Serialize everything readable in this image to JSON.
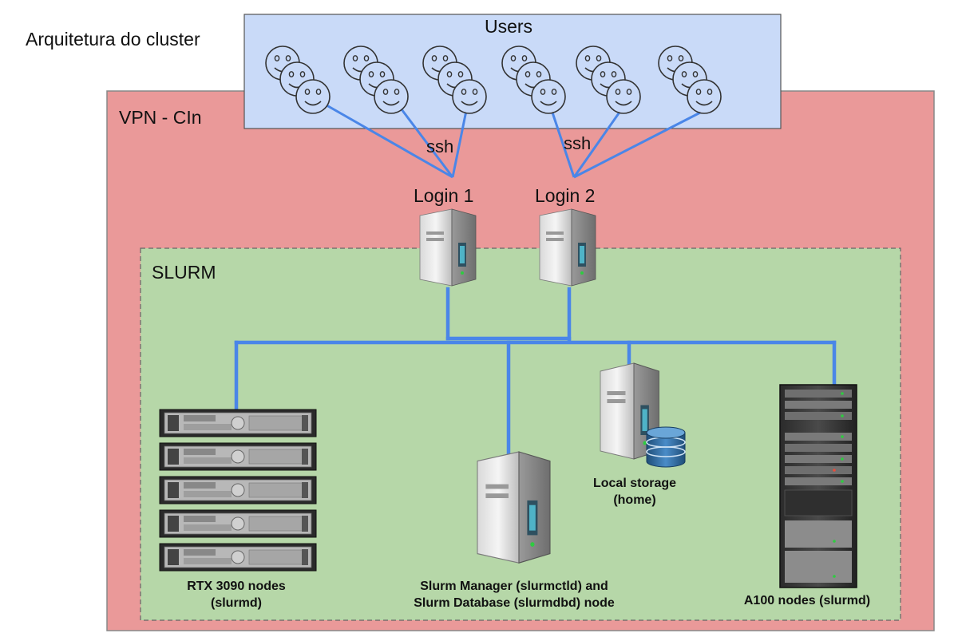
{
  "title": "Arquitetura do cluster",
  "regions": {
    "users": "Users",
    "vpn": "VPN - CIn",
    "slurm": "SLURM"
  },
  "edges": {
    "ssh_left": "ssh",
    "ssh_right": "ssh"
  },
  "nodes": {
    "login1": "Login 1",
    "login2": "Login 2",
    "rtx_line1": "RTX 3090 nodes",
    "rtx_line2": "(slurmd)",
    "manager_line1": "Slurm Manager (slurmctld) and",
    "manager_line2": "Slurm Database (slurmdbd) node",
    "storage_line1": "Local storage",
    "storage_line2": "(home)",
    "a100": "A100 nodes (slurmd)"
  },
  "colors": {
    "vpn_fill": "#ea9999",
    "users_fill": "#c9daf8",
    "slurm_fill": "#b6d7a8",
    "link": "#4a86e8"
  },
  "icons": {
    "user": "smiley-face-icon",
    "server": "tower-server-icon",
    "rack": "rack-server-icon",
    "database": "database-icon"
  }
}
